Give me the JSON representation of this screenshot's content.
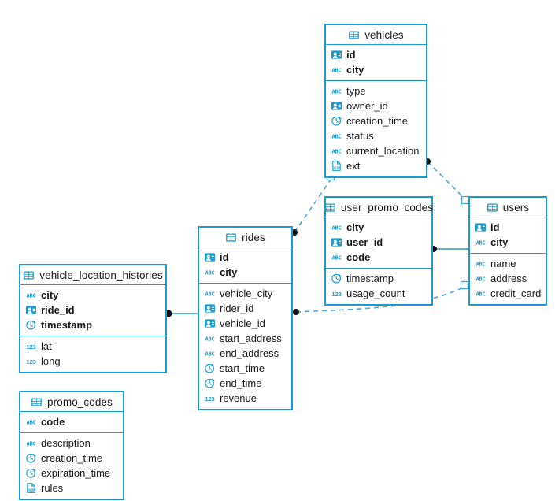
{
  "diagram": {
    "kind": "entity-relationship-diagram",
    "accent_color": "#1d9bd1",
    "background_color": "#ffffff",
    "text_color": "#1a1a1a"
  },
  "entities": [
    {
      "id": "vehicles",
      "name": "vehicles",
      "primary_key": [
        {
          "name": "id",
          "icon": "key-id-icon"
        },
        {
          "name": "city",
          "icon": "abc-icon"
        }
      ],
      "columns": [
        {
          "name": "type",
          "icon": "abc-icon"
        },
        {
          "name": "owner_id",
          "icon": "key-id-icon"
        },
        {
          "name": "creation_time",
          "icon": "clock-icon"
        },
        {
          "name": "status",
          "icon": "abc-icon"
        },
        {
          "name": "current_location",
          "icon": "abc-icon"
        },
        {
          "name": "ext",
          "icon": "json-icon"
        }
      ]
    },
    {
      "id": "user_promo_codes",
      "name": "user_promo_codes",
      "primary_key": [
        {
          "name": "city",
          "icon": "abc-icon"
        },
        {
          "name": "user_id",
          "icon": "key-id-icon"
        },
        {
          "name": "code",
          "icon": "abc-icon"
        }
      ],
      "columns": [
        {
          "name": "timestamp",
          "icon": "clock-icon"
        },
        {
          "name": "usage_count",
          "icon": "number-123-icon"
        }
      ]
    },
    {
      "id": "users",
      "name": "users",
      "primary_key": [
        {
          "name": "id",
          "icon": "key-id-icon"
        },
        {
          "name": "city",
          "icon": "abc-icon"
        }
      ],
      "columns": [
        {
          "name": "name",
          "icon": "abc-icon"
        },
        {
          "name": "address",
          "icon": "abc-icon"
        },
        {
          "name": "credit_card",
          "icon": "abc-icon"
        }
      ]
    },
    {
      "id": "rides",
      "name": "rides",
      "primary_key": [
        {
          "name": "id",
          "icon": "key-id-icon"
        },
        {
          "name": "city",
          "icon": "abc-icon"
        }
      ],
      "columns": [
        {
          "name": "vehicle_city",
          "icon": "abc-icon"
        },
        {
          "name": "rider_id",
          "icon": "key-id-icon"
        },
        {
          "name": "vehicle_id",
          "icon": "key-id-icon"
        },
        {
          "name": "start_address",
          "icon": "abc-icon"
        },
        {
          "name": "end_address",
          "icon": "abc-icon"
        },
        {
          "name": "start_time",
          "icon": "clock-icon"
        },
        {
          "name": "end_time",
          "icon": "clock-icon"
        },
        {
          "name": "revenue",
          "icon": "number-123-icon"
        }
      ]
    },
    {
      "id": "vehicle_location_histories",
      "name": "vehicle_location_histories",
      "primary_key": [
        {
          "name": "city",
          "icon": "abc-icon"
        },
        {
          "name": "ride_id",
          "icon": "key-id-icon"
        },
        {
          "name": "timestamp",
          "icon": "clock-icon"
        }
      ],
      "columns": [
        {
          "name": "lat",
          "icon": "number-123-icon"
        },
        {
          "name": "long",
          "icon": "number-123-icon"
        }
      ]
    },
    {
      "id": "promo_codes",
      "name": "promo_codes",
      "primary_key": [
        {
          "name": "code",
          "icon": "abc-icon"
        }
      ],
      "columns": [
        {
          "name": "description",
          "icon": "abc-icon"
        },
        {
          "name": "creation_time",
          "icon": "clock-icon"
        },
        {
          "name": "expiration_time",
          "icon": "clock-icon"
        },
        {
          "name": "rules",
          "icon": "json-icon"
        }
      ]
    }
  ],
  "relationships": [
    {
      "id": "vehicles-rides",
      "from": "rides",
      "to": "vehicles",
      "style": "dashed",
      "source_marker": "filled-dot",
      "target_marker": "open-square"
    },
    {
      "id": "vehicles-users",
      "from": "vehicles",
      "to": "users",
      "style": "dashed",
      "source_marker": "filled-dot",
      "target_marker": "open-square"
    },
    {
      "id": "rides-users",
      "from": "rides",
      "to": "users",
      "style": "dashed",
      "source_marker": "filled-dot",
      "target_marker": "open-square"
    },
    {
      "id": "users-user_promo_codes",
      "from": "users",
      "to": "user_promo_codes",
      "style": "solid",
      "source_marker": "filled-dot",
      "target_marker": "none"
    },
    {
      "id": "vehicle_location_histories-rides",
      "from": "vehicle_location_histories",
      "to": "rides",
      "style": "solid",
      "source_marker": "filled-dot",
      "target_marker": "none"
    }
  ]
}
